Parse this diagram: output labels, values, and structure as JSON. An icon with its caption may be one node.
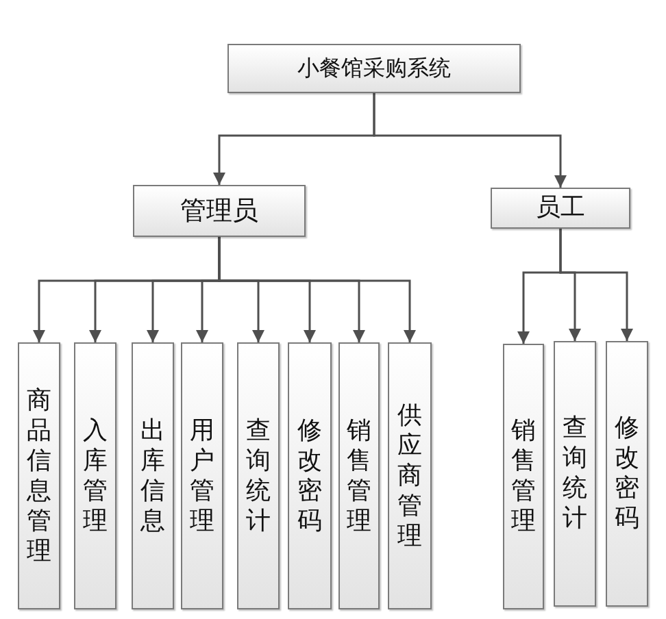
{
  "diagram": {
    "nodes": [
      {
        "text": [
          "小餐馆采购系统"
        ]
      },
      {
        "text": [
          "管理员"
        ]
      },
      {
        "text": [
          "员工"
        ]
      },
      {
        "text": [
          "商品信息管理"
        ]
      },
      {
        "text": [
          "入库管理"
        ]
      },
      {
        "text": [
          "出库信息"
        ]
      },
      {
        "text": [
          "用户管理"
        ]
      },
      {
        "text": [
          "查询统计"
        ]
      },
      {
        "text": [
          "修改密码"
        ]
      },
      {
        "text": [
          "销售管理"
        ]
      },
      {
        "text": [
          "供应商管理"
        ]
      },
      {
        "text": [
          "销售管理"
        ]
      },
      {
        "text": [
          "查询统计"
        ]
      },
      {
        "text": [
          "修改密码"
        ]
      }
    ],
    "edges": [
      {
        "from": 0,
        "to": 1,
        "arrow": "to"
      },
      {
        "from": 0,
        "to": 2,
        "arrow": "to"
      },
      {
        "from": 1,
        "to": 3,
        "arrow": "to"
      },
      {
        "from": 1,
        "to": 4,
        "arrow": "to"
      },
      {
        "from": 1,
        "to": 5,
        "arrow": "to"
      },
      {
        "from": 1,
        "to": 6,
        "arrow": "to"
      },
      {
        "from": 1,
        "to": 7,
        "arrow": "to"
      },
      {
        "from": 1,
        "to": 8,
        "arrow": "to"
      },
      {
        "from": 1,
        "to": 9,
        "arrow": "to"
      },
      {
        "from": 1,
        "to": 10,
        "arrow": "to"
      },
      {
        "from": 2,
        "to": 11,
        "arrow": "to"
      },
      {
        "from": 2,
        "to": 12,
        "arrow": "to"
      },
      {
        "from": 2,
        "to": 13,
        "arrow": "to"
      }
    ]
  }
}
